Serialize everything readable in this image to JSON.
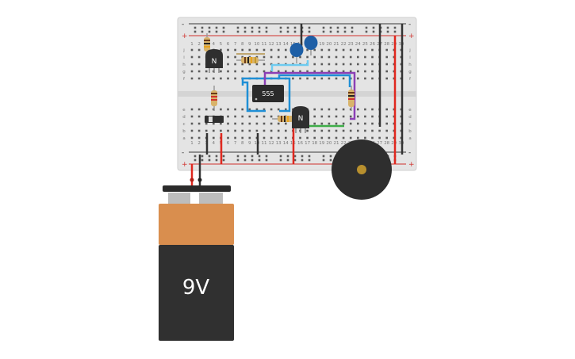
{
  "breadboard": {
    "rail_plus": "+",
    "rail_minus": "-",
    "row_letters_top": [
      "j",
      "i",
      "h",
      "g",
      "f"
    ],
    "row_letters_bottom": [
      "e",
      "d",
      "c",
      "b",
      "a"
    ],
    "column_numbers": [
      "1",
      "2",
      "3",
      "4",
      "5",
      "6",
      "7",
      "8",
      "9",
      "10",
      "11",
      "12",
      "13",
      "14",
      "15",
      "16",
      "17",
      "18",
      "19",
      "20",
      "21",
      "22",
      "23",
      "24",
      "25",
      "26",
      "27",
      "28",
      "29",
      "30"
    ]
  },
  "components": {
    "ic_label": "555",
    "transistor_top_label": "N",
    "transistor_bottom_label": "N",
    "battery_label": "9V"
  },
  "colors": {
    "board": "#e4e4e4",
    "hole": "#5a5a5a",
    "rail_red": "#d0312d",
    "rail_dark": "#3a3a3a",
    "wire_red": "#e0281f",
    "wire_black": "#333333",
    "wire_blue": "#1f8fd6",
    "wire_light_blue": "#6ecbf0",
    "wire_purple": "#8b3fb5",
    "wire_green": "#3fae49",
    "battery_top": "#d98e4e",
    "battery_body": "#303030",
    "capacitor": "#1e5fa6",
    "buzzer": "#2e2e2e",
    "buzzer_center": "#b8902e"
  }
}
